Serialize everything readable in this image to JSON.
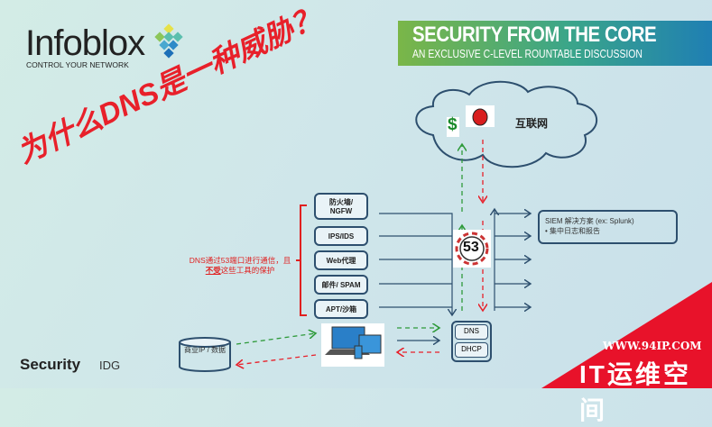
{
  "logo": {
    "name": "Infoblox",
    "tagline": "CONTROL YOUR NETWORK"
  },
  "banner": {
    "title": "SECURITY FROM THE CORE",
    "subtitle": "AN EXCLUSIVE C-LEVEL ROUNTABLE DISCUSSION"
  },
  "slide_title": "为什么DNS是一种威胁？",
  "cloud": {
    "label": "互联网",
    "icons": [
      "dollar-icon",
      "bug-icon"
    ]
  },
  "tools": [
    "防火墙/\nNGFW",
    "IPS/IDS",
    "Web代理",
    "邮件/ SPAM",
    "APT/沙箱"
  ],
  "note": {
    "line1": "DNS通过53端口进行通信，且",
    "emph": "不受",
    "line2": "这些工具的保护"
  },
  "port": "53",
  "siem": {
    "title": "SIEM 解决方案 (ex: Splunk)",
    "bullet": "集中日志和报告"
  },
  "servers": [
    "DNS",
    "DHCP"
  ],
  "database": "商业IP / 数据",
  "footer_logos": {
    "security": "Security",
    "idg": "IDG"
  },
  "watermark": {
    "url": "WWW.94IP.COM",
    "name": "IT运维空间"
  },
  "colors": {
    "red": "#e8202a",
    "navy": "#2d4f6e",
    "green": "#2e9a3a"
  }
}
